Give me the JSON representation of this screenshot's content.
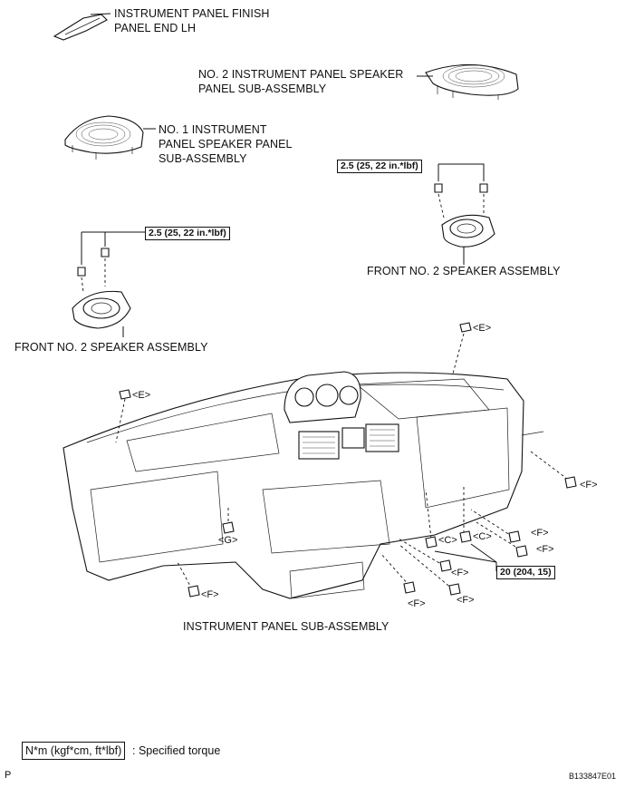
{
  "labels": {
    "finish_panel": "INSTRUMENT PANEL FINISH\nPANEL END LH",
    "no2_speaker_panel": "NO. 2 INSTRUMENT PANEL SPEAKER\nPANEL SUB-ASSEMBLY",
    "no1_speaker_panel": "NO. 1 INSTRUMENT\nPANEL SPEAKER PANEL\nSUB-ASSEMBLY",
    "speaker_right": "FRONT NO. 2 SPEAKER ASSEMBLY",
    "speaker_left": "FRONT NO. 2 SPEAKER ASSEMBLY",
    "instrument_panel": "INSTRUMENT PANEL SUB-ASSEMBLY"
  },
  "torques": {
    "speaker_right": "2.5 (25, 22 in.*lbf)",
    "speaker_left": "2.5 (25, 22 in.*lbf)",
    "panel_bolts": "20 (204, 15)"
  },
  "fastener_tags": {
    "e_top": "<E>",
    "e_left": "<E>",
    "g": "<G>",
    "f_left": "<F>",
    "f_mid1": "<F>",
    "f_mid2": "<F>",
    "f_mid3": "<F>",
    "f_right1": "<F>",
    "f_right2": "<F>",
    "f_side": "<F>",
    "c1": "<C>",
    "c2": "<C>"
  },
  "legend": {
    "box": "N*m (kgf*cm, ft*lbf)",
    "text": ": Specified torque"
  },
  "footer": {
    "page_mark": "P",
    "figure_code": "B133847E01"
  }
}
